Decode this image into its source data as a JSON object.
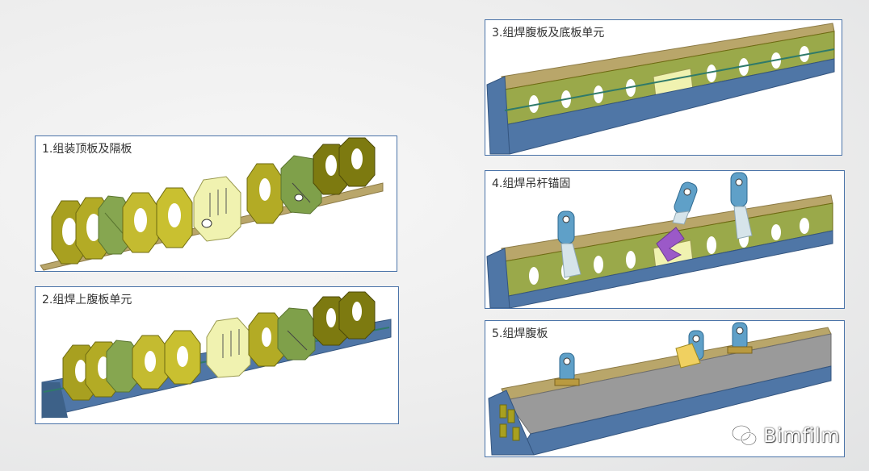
{
  "panels": [
    {
      "id": "p1",
      "label": "1.组装顶板及隔板"
    },
    {
      "id": "p2",
      "label": "2.组焊上腹板单元"
    },
    {
      "id": "p3",
      "label": "3.组焊腹板及底板单元"
    },
    {
      "id": "p4",
      "label": "4.组焊吊杆锚固"
    },
    {
      "id": "p5",
      "label": "5.组焊腹板"
    }
  ],
  "watermark": {
    "icon": "wechat-icon",
    "text": "Bimfilm"
  },
  "colors": {
    "panel_border": "#4a73a8",
    "diaphragm_olive": "#a8a020",
    "diaphragm_dark": "#7d7a10",
    "diaphragm_green": "#7fa04a",
    "diaphragm_pale": "#f0f2b0",
    "web_blue": "#4f76a6",
    "top_plate": "#b9a66a",
    "web_gray": "#9a9a9a",
    "anchor_blue": "#5fa0c8",
    "purple": "#9b59c8"
  }
}
